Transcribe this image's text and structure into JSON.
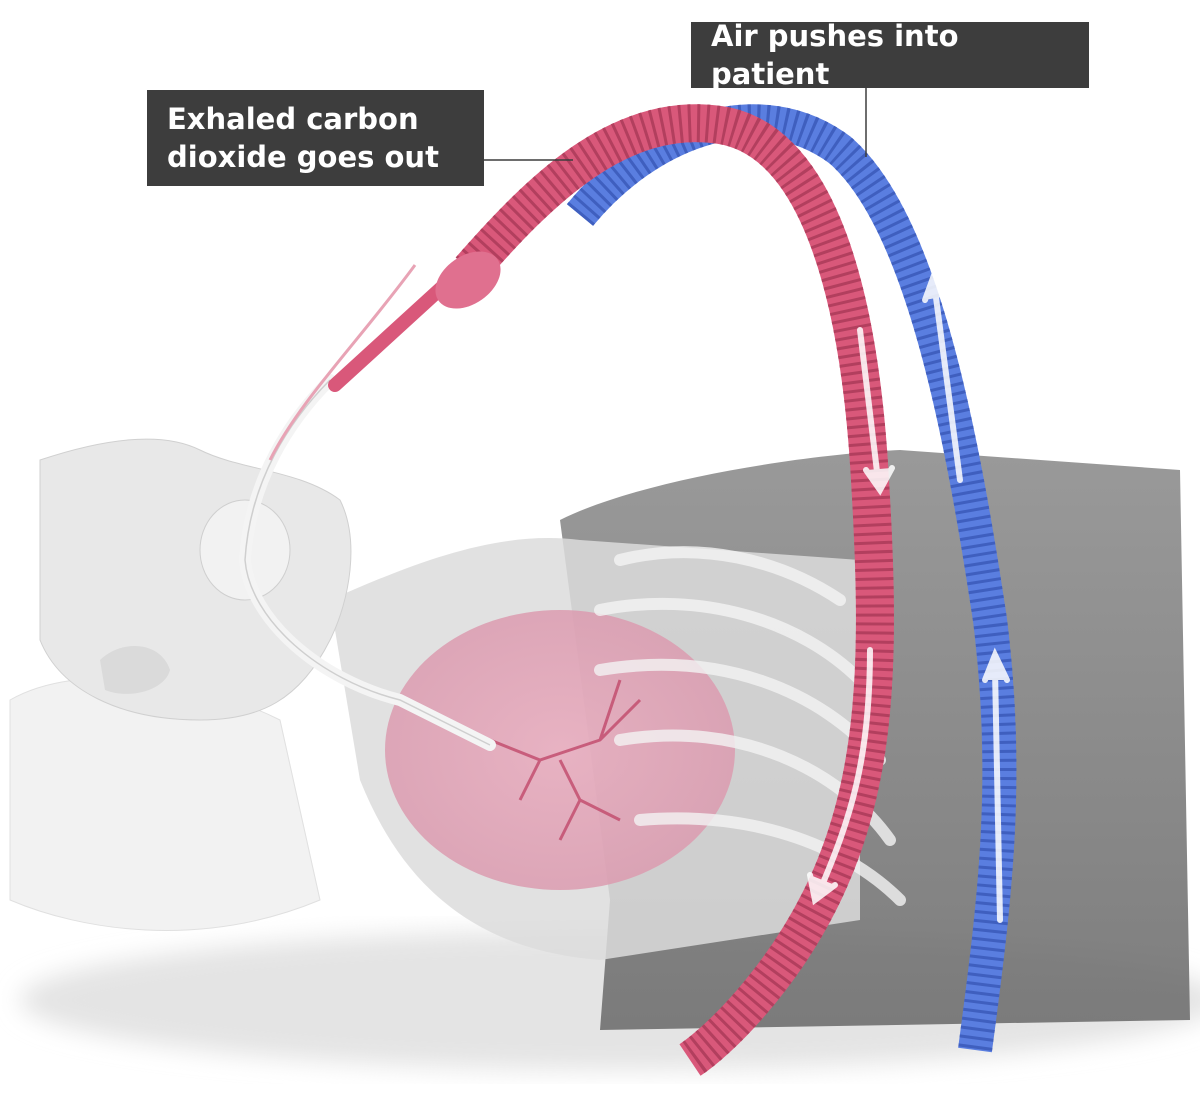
{
  "labels": {
    "exhaled": "Exhaled carbon\ndioxide goes out",
    "air_in": "Air pushes into patient"
  },
  "colors": {
    "exhale_tube": "#d9587a",
    "inhale_tube": "#5a7ee0",
    "label_bg": "#3d3d3d",
    "body": "#a9a9a9",
    "lung": "#e6a9bb"
  },
  "icons": [
    "patient-figure",
    "ventilator-tube-exhale",
    "ventilator-tube-inhale",
    "flow-arrow",
    "lungs"
  ]
}
